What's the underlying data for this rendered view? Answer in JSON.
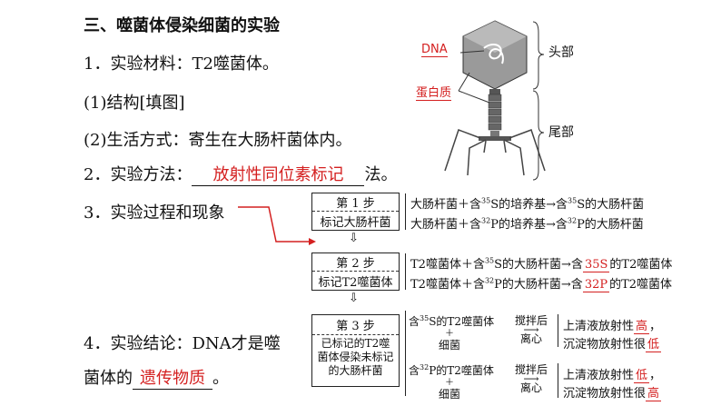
{
  "section_title": "三、噬菌体侵染细菌的实验",
  "item1": "1．实验材料：T2噬菌体。",
  "item1_1": "(1)结构[填图]",
  "item1_2": "(2)生活方式：寄生在大肠杆菌体内。",
  "item2_prefix": "2．实验方法：",
  "item2_answer": "放射性同位素标记",
  "item2_suffix": "法。",
  "item3": "3．实验过程和现象",
  "item4_line1": "4．实验结论：DNA才是噬",
  "item4_prefix": "菌体的",
  "item4_answer": "遗传物质",
  "item4_suffix": "。",
  "figure": {
    "label_dna": "DNA",
    "label_protein": "蛋白质",
    "label_head": "头部",
    "label_tail": "尾部"
  },
  "steps": [
    {
      "title": "第 1 步",
      "name": "标记大肠杆菌"
    },
    {
      "title": "第 2 步",
      "name": "标记T2噬菌体"
    },
    {
      "title": "第 3 步",
      "name": "已标记的T2噬菌体侵染未标记的大肠杆菌"
    }
  ],
  "step1_lines": [
    {
      "a": "大肠杆菌＋含",
      "iso": "35",
      "b": "S的培养基",
      "c": "含",
      "iso2": "35",
      "d": "S的大肠杆菌"
    },
    {
      "a": "大肠杆菌＋含",
      "iso": "32",
      "b": "P的培养基",
      "c": "含",
      "iso2": "32",
      "d": "P的大肠杆菌"
    }
  ],
  "step2_lines": [
    {
      "a": "T2噬菌体＋含",
      "iso": "35",
      "b": "S的大肠杆菌",
      "c": "含",
      "ans": "35S",
      "d": "的T2噬菌体"
    },
    {
      "a": "T2噬菌体＋含",
      "iso": "32",
      "b": "P的大肠杆菌",
      "c": "含",
      "ans": "32P",
      "d": "的T2噬菌体"
    }
  ],
  "step3": [
    {
      "left_a": "含",
      "iso": "35",
      "left_b": "S的T2噬菌体",
      "plus": "＋",
      "left_c": "细菌",
      "op_top": "搅拌后",
      "op_bot": "离心",
      "r1": "上清液放射性",
      "r1_ans": "高",
      "r2": "沉淀物放射性很",
      "r2_ans": "低"
    },
    {
      "left_a": "含",
      "iso": "32",
      "left_b": "P的T2噬菌体",
      "plus": "＋",
      "left_c": "细菌",
      "op_top": "搅拌后",
      "op_bot": "离心",
      "r1": "上清液放射性",
      "r1_ans": "低",
      "r2": "沉淀物放射性很",
      "r2_ans": "高"
    }
  ]
}
